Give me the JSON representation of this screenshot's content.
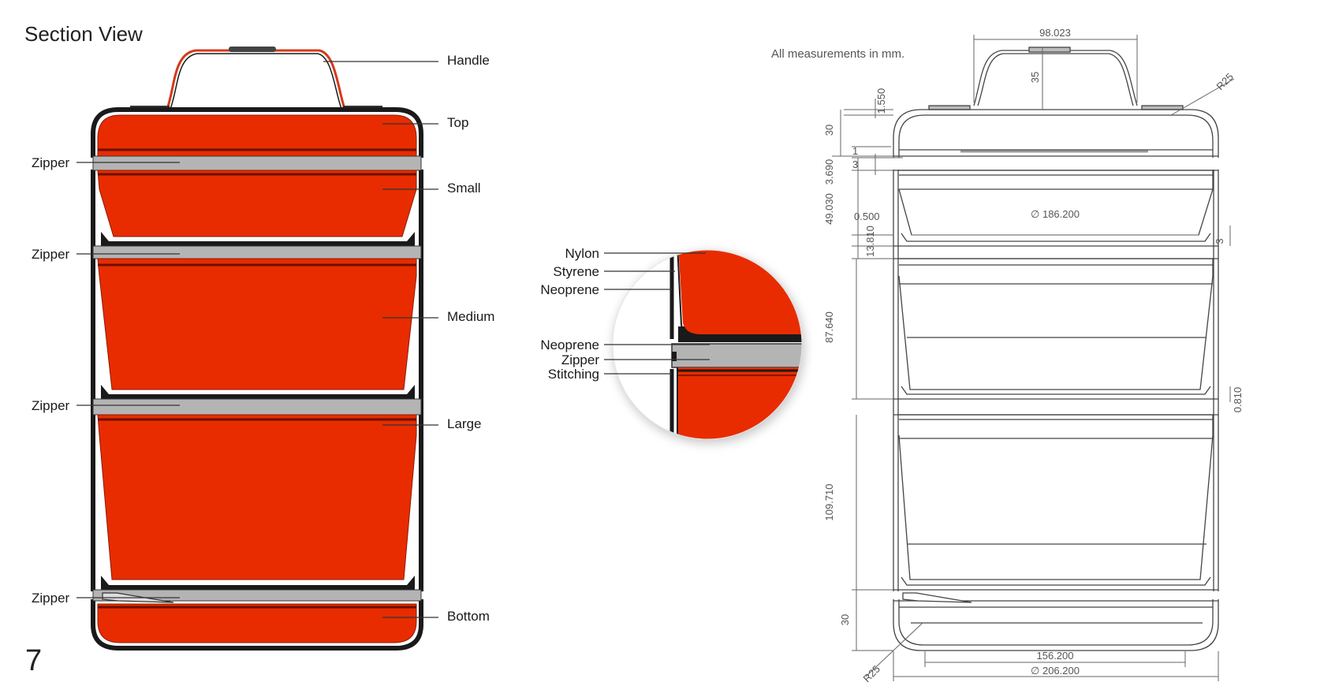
{
  "title": "Section  View",
  "page_number": "7",
  "note": "All  measurements  in  mm.",
  "colors": {
    "fill": "#e82c00",
    "zipper": "#b4b4b4",
    "shell": "#1a1a1a",
    "line": "#555555"
  },
  "section_labels": {
    "handle": "Handle",
    "top": "Top",
    "small": "Small",
    "medium": "Medium",
    "large": "Large",
    "bottom": "Bottom",
    "zipper1": "Zipper",
    "zipper2": "Zipper",
    "zipper3": "Zipper",
    "zipper4": "Zipper"
  },
  "detail_labels": {
    "nylon": "Nylon",
    "styrene": "Styrene",
    "neoprene1": "Neoprene",
    "neoprene2": "Neoprene",
    "zipper": "Zipper",
    "stitching": "Stitching"
  },
  "dimensions": {
    "width_top": "98.023",
    "handle_h": "35",
    "radius_top": "R25",
    "h_1550": "1.550",
    "h_30_top": "30",
    "d_1": "1",
    "d_3": "3",
    "h_3690": "3.690",
    "h_49030": "49.030",
    "d_0500": "0.500",
    "h_13810": "13.810",
    "dia_186": "∅ 186.200",
    "d_3_right": "3",
    "h_87640": "87.640",
    "d_0810": "0.810",
    "h_109710": "109.710",
    "h_30_bottom": "30",
    "radius_bottom": "R25",
    "w_156": "156.200",
    "dia_206": "∅ 206.200"
  }
}
